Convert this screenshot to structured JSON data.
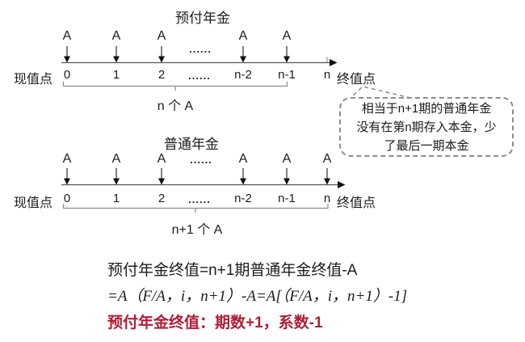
{
  "colors": {
    "accent_red": "#b01e36",
    "line_gray": "#555555",
    "brace_gray": "#8c8c8c",
    "text_black": "#1c1c1c"
  },
  "top_diagram": {
    "title": "预付年金",
    "payment_label": "A",
    "arrow_dots": "......",
    "origin_label": "现值点",
    "tick_labels": [
      "0",
      "1",
      "2",
      "......",
      "n-2",
      "n-1",
      "n"
    ],
    "end_label": "终值点",
    "brace_label": "n 个 A"
  },
  "bottom_diagram": {
    "title": "普通年金",
    "payment_label": "A",
    "arrow_dots": "......",
    "origin_label": "现值点",
    "tick_labels": [
      "0",
      "1",
      "2",
      "......",
      "n-2",
      "n-1",
      "n"
    ],
    "end_label": "终值点",
    "brace_label": "n+1 个 A"
  },
  "callout": {
    "line1": "相当于n+1期的普通年金",
    "line2": "没有在第n期存入本金，少",
    "line3": "了最后一期本金"
  },
  "formula": {
    "line1": "预付年金终值=n+1期普通年金终值-A",
    "line2": "=A（F/A，i，n+1）-A=A[（F/A，i，n+1）-1]",
    "line3": "预付年金终值：期数+1，系数-1"
  }
}
